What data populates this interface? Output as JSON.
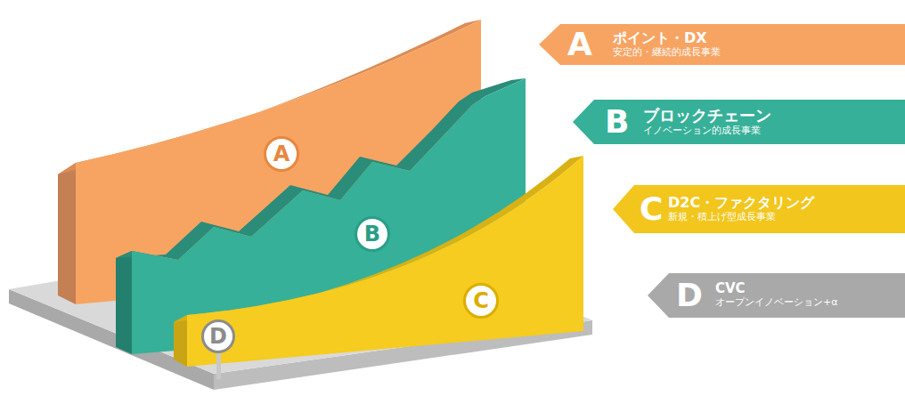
{
  "diagram": {
    "nodes": [
      {
        "text": [
          "A"
        ]
      },
      {
        "text": [
          "B"
        ]
      },
      {
        "text": [
          "C"
        ]
      },
      {
        "text": [
          "D"
        ]
      },
      {
        "text": [
          "A",
          "ポイント・DX",
          "安定的・継続的成長事業"
        ]
      },
      {
        "text": [
          "B",
          "ブロックチェーン",
          "イノベーション的成長事業"
        ]
      },
      {
        "text": [
          "C",
          "D2C・ファクタリング",
          "新規・積上げ型成長事業"
        ]
      },
      {
        "text": [
          "D",
          "CVC",
          "オープンイノベーション+α"
        ]
      }
    ]
  }
}
